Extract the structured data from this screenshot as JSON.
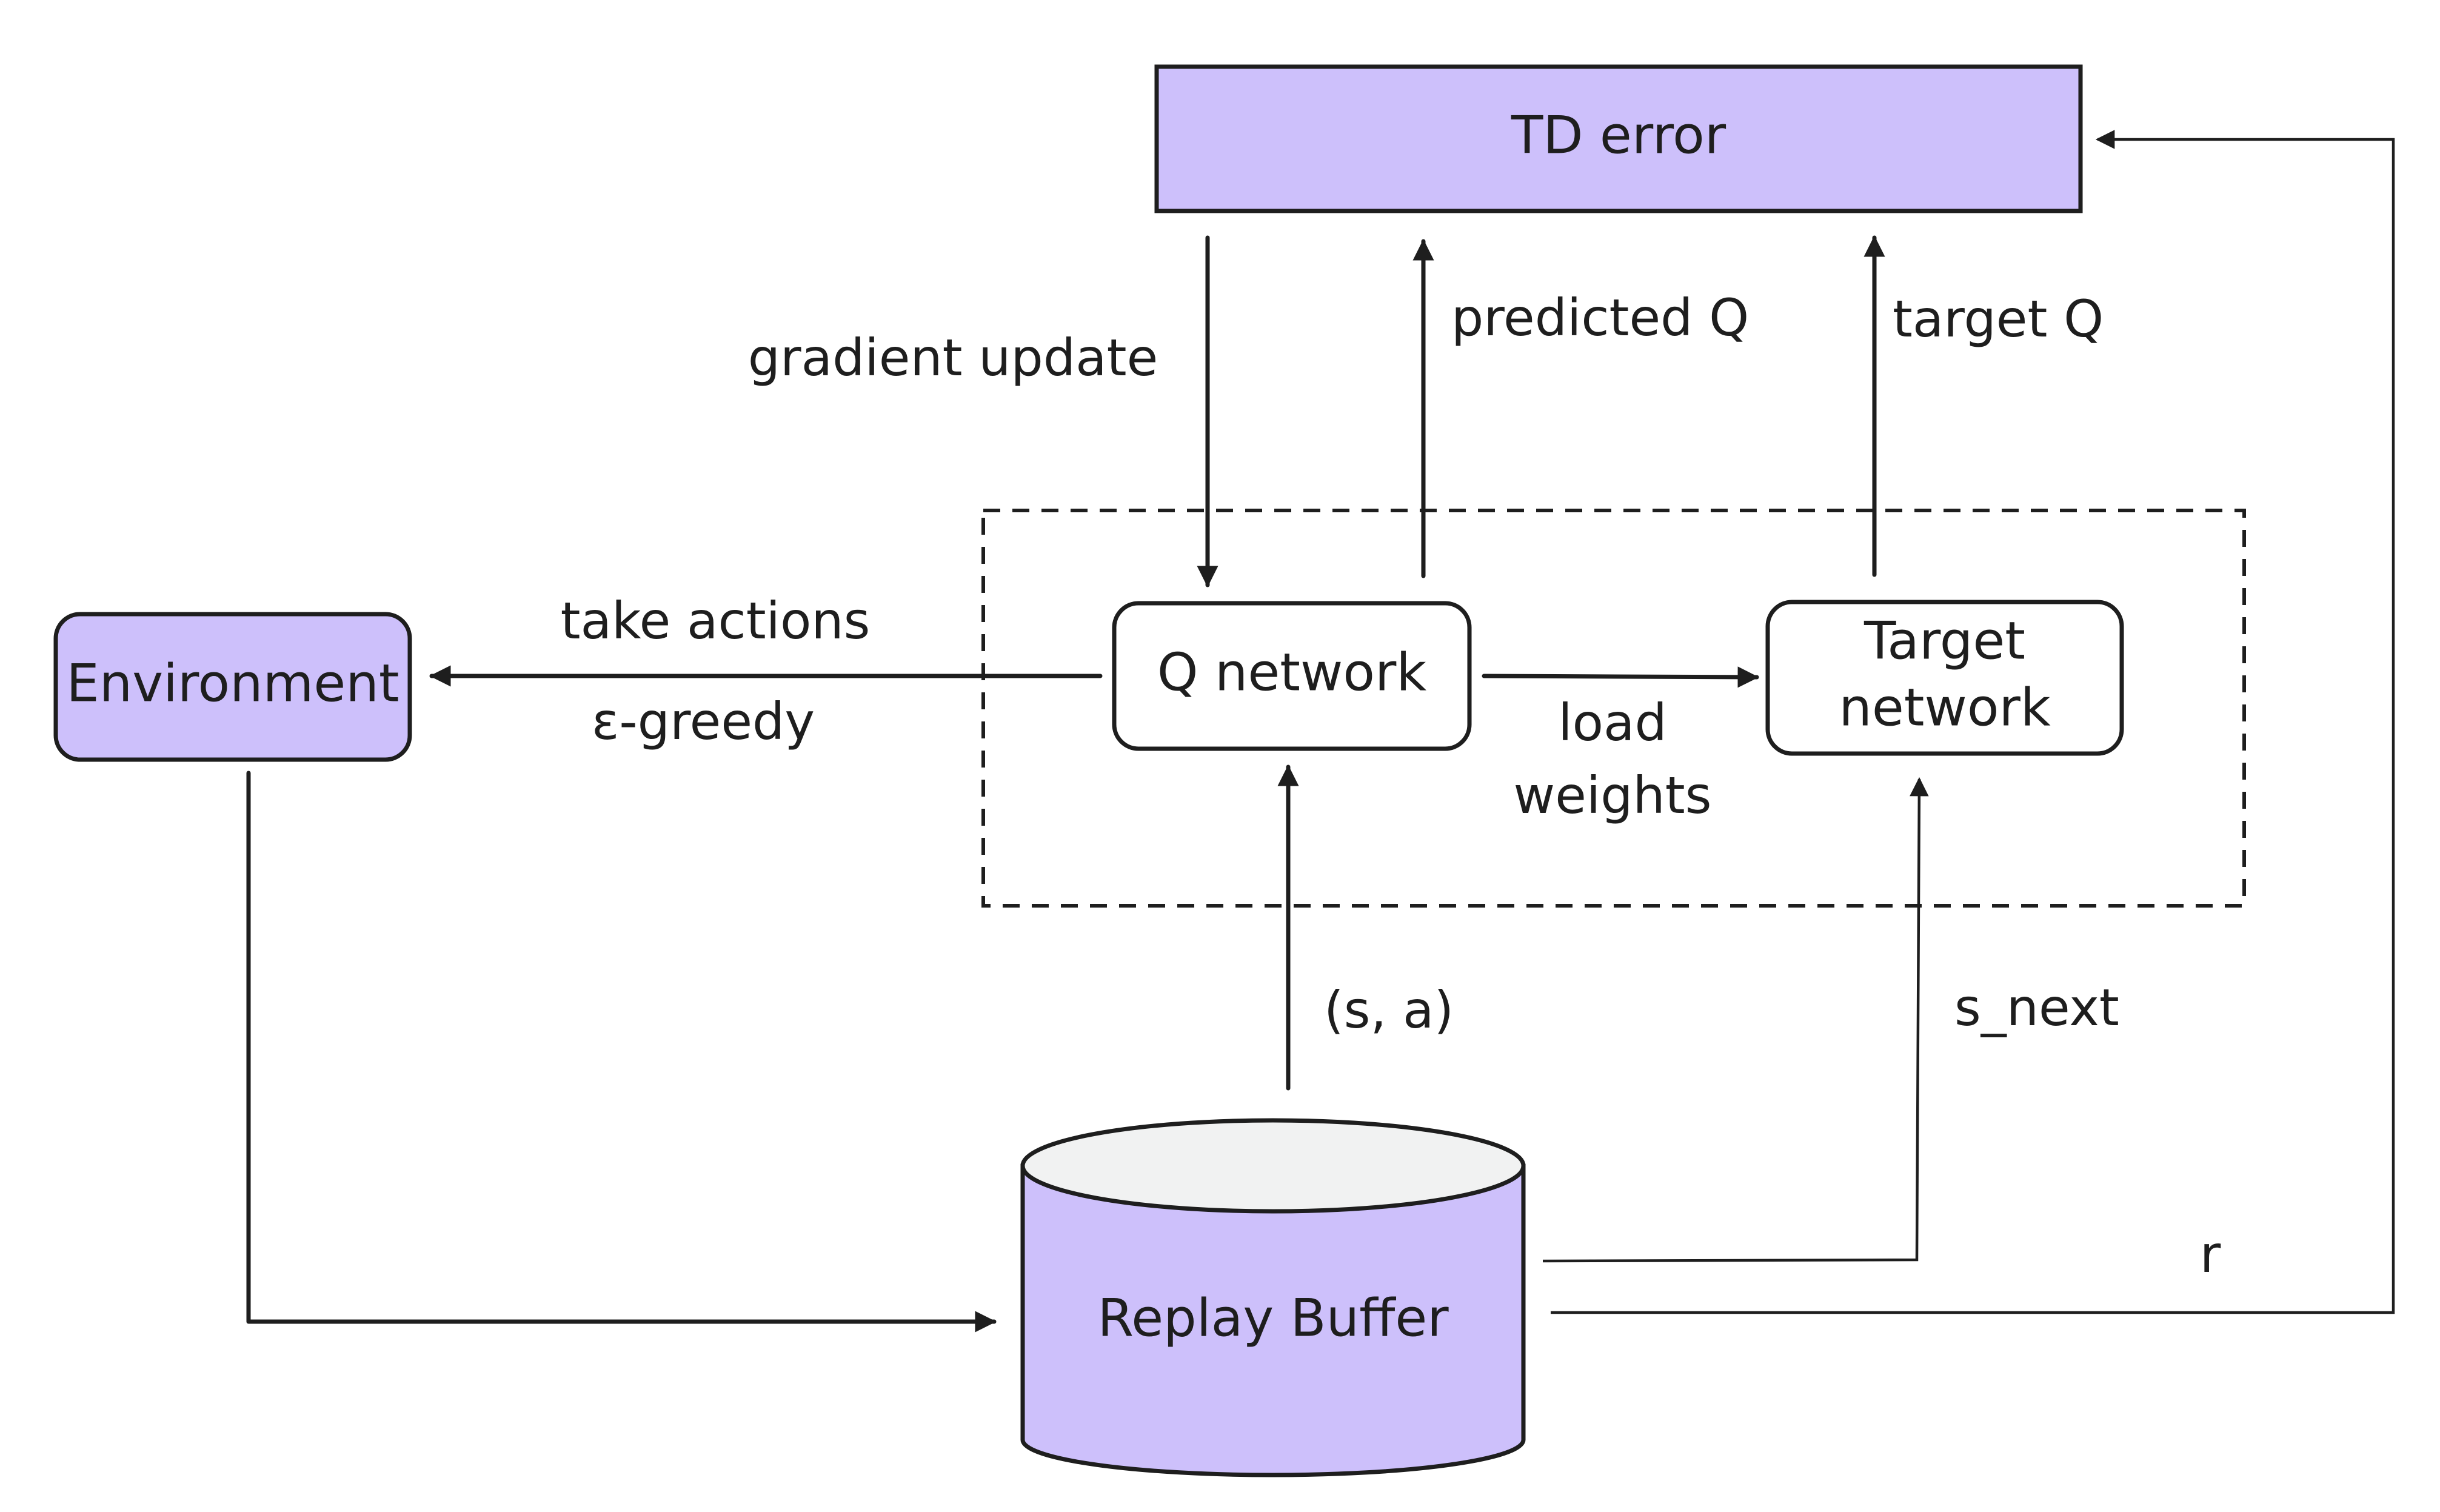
{
  "colors": {
    "purple_fill": "#cdc0fb",
    "stroke": "#1e1e1e",
    "white_fill": "#ffffff",
    "cylinder_top": "#f1f2f2"
  },
  "nodes": {
    "td_error": "TD error",
    "environment": "Environment",
    "q_network": "Q network",
    "target_network_line1": "Target",
    "target_network_line2": "network",
    "replay_buffer": "Replay Buffer"
  },
  "edges": {
    "gradient_update": "gradient update",
    "predicted_q": "predicted Q",
    "target_q": "target Q",
    "take_actions": "take actions",
    "epsilon_greedy": "ε-greedy",
    "load": "load",
    "weights": "weights",
    "s_a": "(s, a)",
    "s_next": "s_next",
    "r": "r"
  }
}
